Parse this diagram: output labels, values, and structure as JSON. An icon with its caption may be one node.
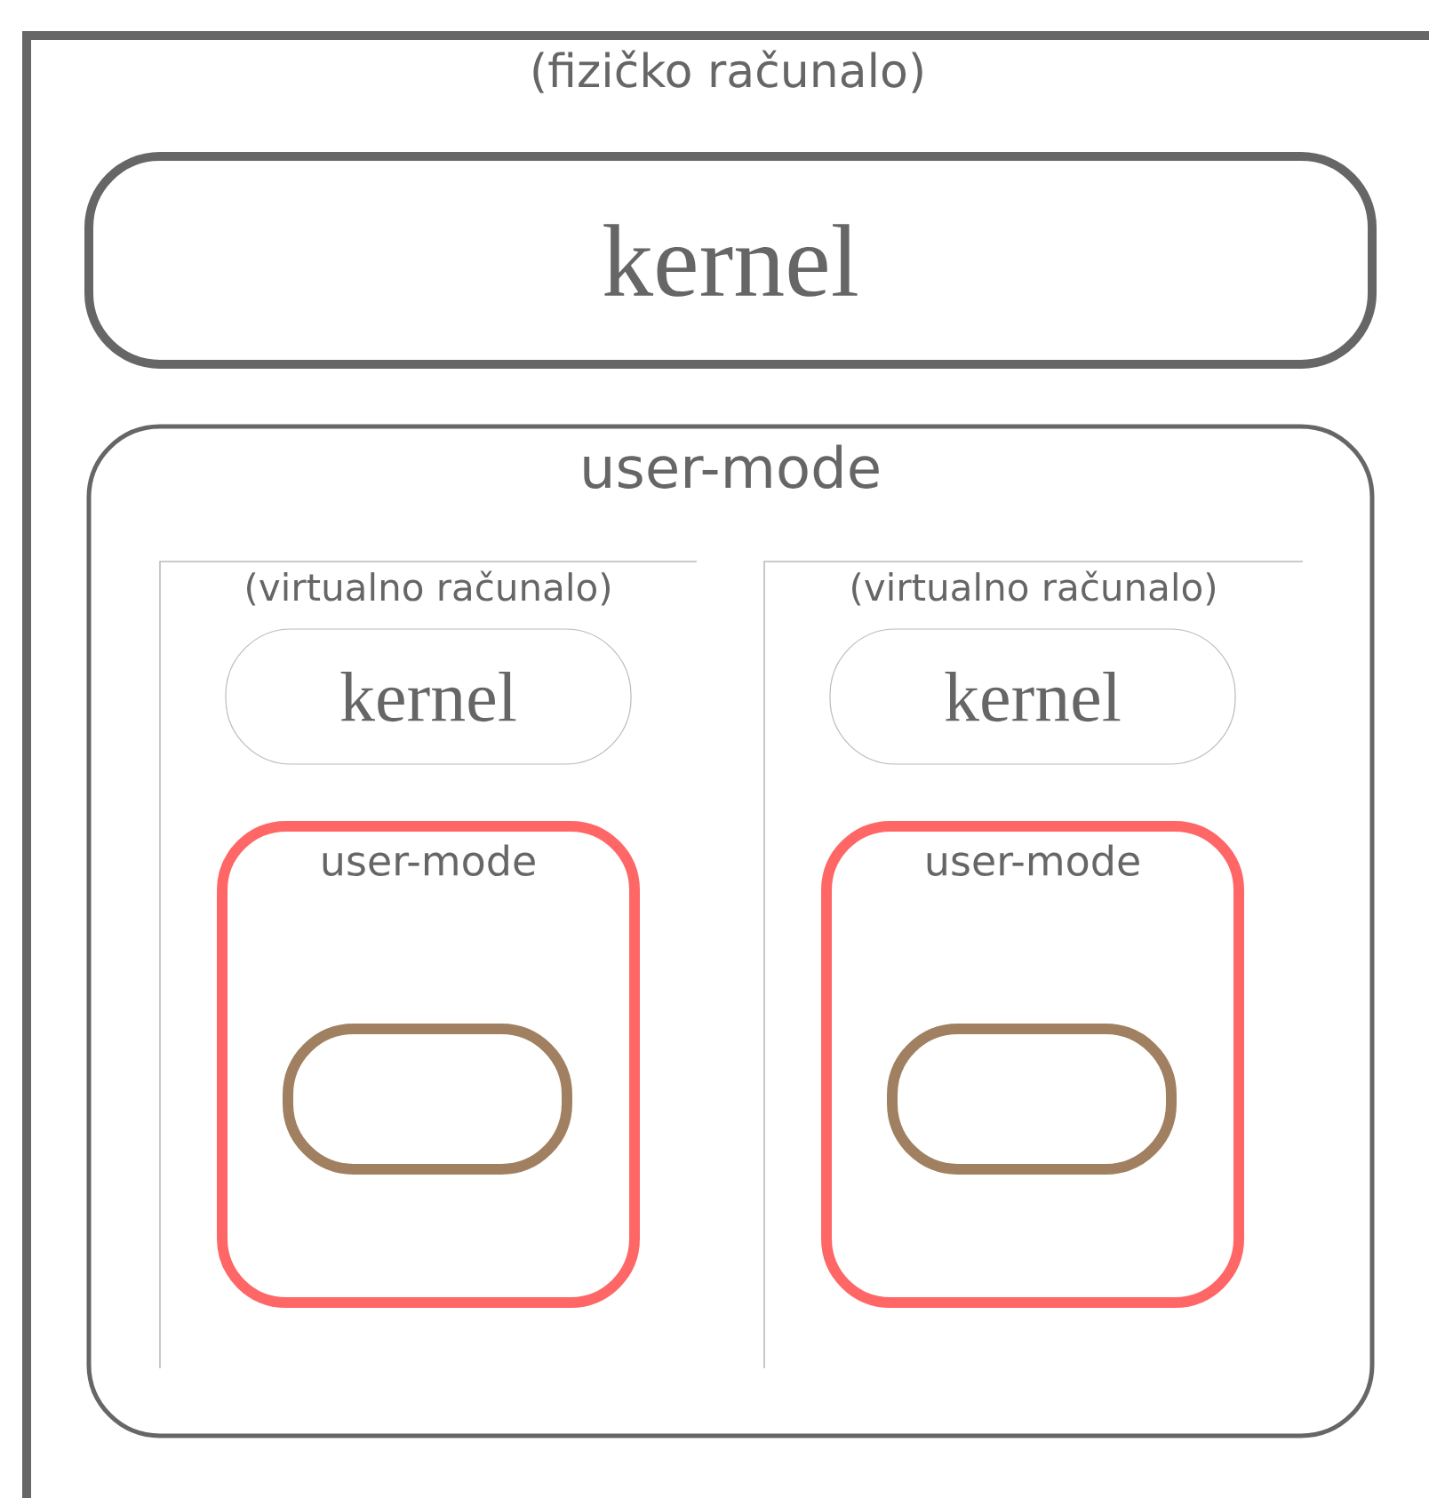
{
  "diagram": {
    "nodes": [
      {
        "text": [
          "(fizičko računalo)"
        ]
      },
      {
        "text": [
          "kernel"
        ],
        "in": 0
      },
      {
        "text": [
          "user-mode"
        ],
        "in": 0
      },
      {
        "text": [
          "(virtualno računalo)"
        ],
        "in": 2
      },
      {
        "text": [
          "kernel"
        ],
        "in": 3
      },
      {
        "text": [
          "user-mode"
        ],
        "in": 3
      },
      {
        "text": [],
        "shape": "box",
        "in": 5
      },
      {
        "text": [
          "(virtualno računalo)"
        ],
        "in": 2
      },
      {
        "text": [
          "kernel"
        ],
        "in": 7
      },
      {
        "text": [
          "user-mode"
        ],
        "in": 7
      },
      {
        "text": [],
        "shape": "box",
        "in": 9
      }
    ]
  }
}
